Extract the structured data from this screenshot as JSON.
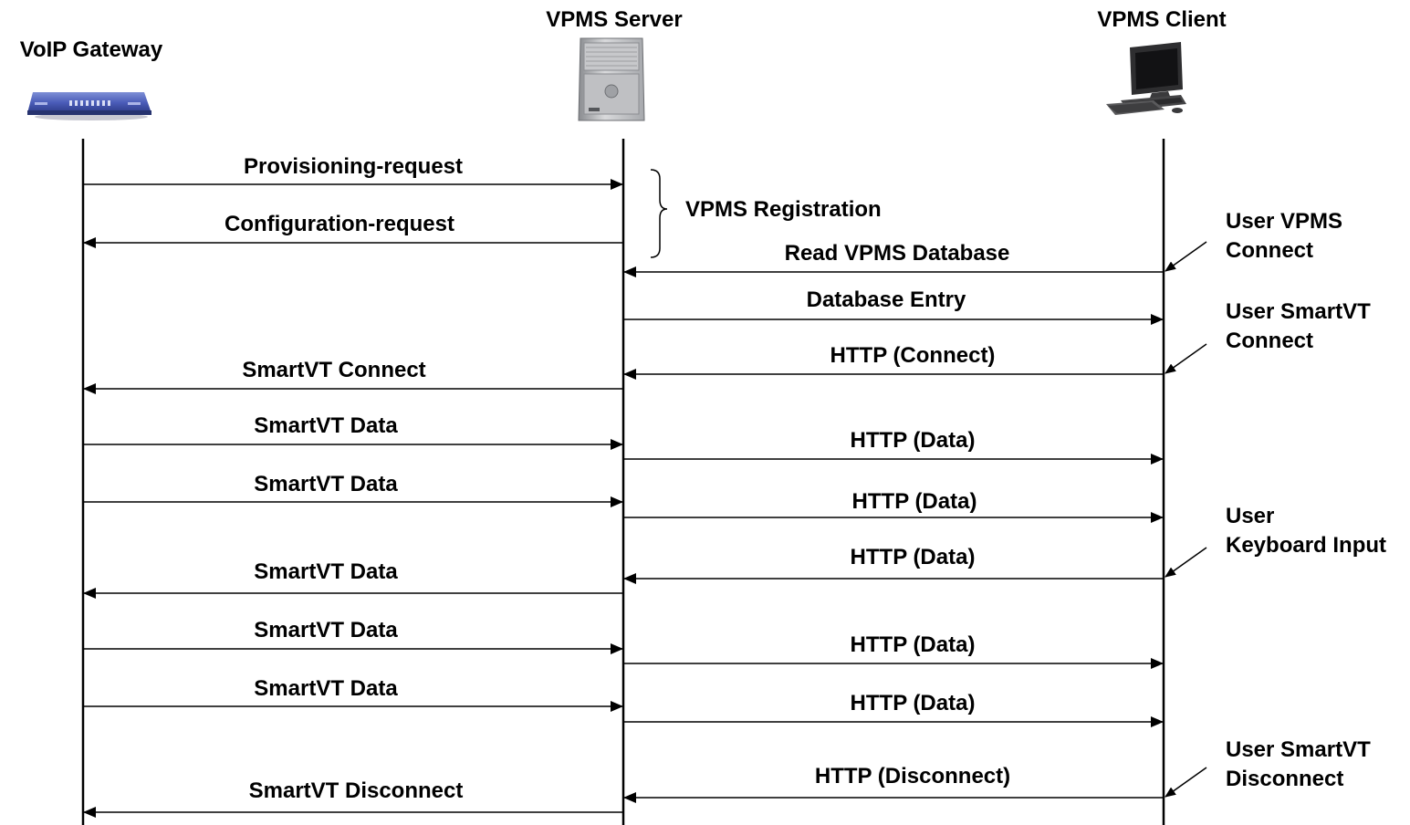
{
  "entities": {
    "gateway": {
      "label": "VoIP Gateway"
    },
    "server": {
      "label": "VPMS Server"
    },
    "client": {
      "label": "VPMS Client"
    }
  },
  "registration_label": "VPMS Registration",
  "messages": [
    {
      "label": "Provisioning-request",
      "from": "gateway",
      "to": "server"
    },
    {
      "label": "Configuration-request",
      "from": "server",
      "to": "gateway"
    },
    {
      "label": "Read VPMS Database",
      "from": "client",
      "to": "server"
    },
    {
      "label": "Database Entry",
      "from": "server",
      "to": "client"
    },
    {
      "label": "HTTP (Connect)",
      "from": "client",
      "to": "server"
    },
    {
      "label": "SmartVT Connect",
      "from": "server",
      "to": "gateway"
    },
    {
      "label": "SmartVT Data",
      "from": "gateway",
      "to": "server"
    },
    {
      "label": "HTTP (Data)",
      "from": "server",
      "to": "client"
    },
    {
      "label": "SmartVT Data",
      "from": "gateway",
      "to": "server"
    },
    {
      "label": "HTTP (Data)",
      "from": "server",
      "to": "client"
    },
    {
      "label": "HTTP (Data)",
      "from": "client",
      "to": "server"
    },
    {
      "label": "SmartVT Data",
      "from": "server",
      "to": "gateway"
    },
    {
      "label": "SmartVT Data",
      "from": "gateway",
      "to": "server"
    },
    {
      "label": "HTTP (Data)",
      "from": "server",
      "to": "client"
    },
    {
      "label": "SmartVT Data",
      "from": "gateway",
      "to": "server"
    },
    {
      "label": "HTTP (Data)",
      "from": "server",
      "to": "client"
    },
    {
      "label": "HTTP (Disconnect)",
      "from": "client",
      "to": "server"
    },
    {
      "label": "SmartVT Disconnect",
      "from": "server",
      "to": "gateway"
    }
  ],
  "user_actions": [
    {
      "lines": [
        "User VPMS",
        "Connect"
      ]
    },
    {
      "lines": [
        "User SmartVT",
        "Connect"
      ]
    },
    {
      "lines": [
        "User",
        "Keyboard Input"
      ]
    },
    {
      "lines": [
        "User SmartVT",
        "Disconnect"
      ]
    }
  ]
}
